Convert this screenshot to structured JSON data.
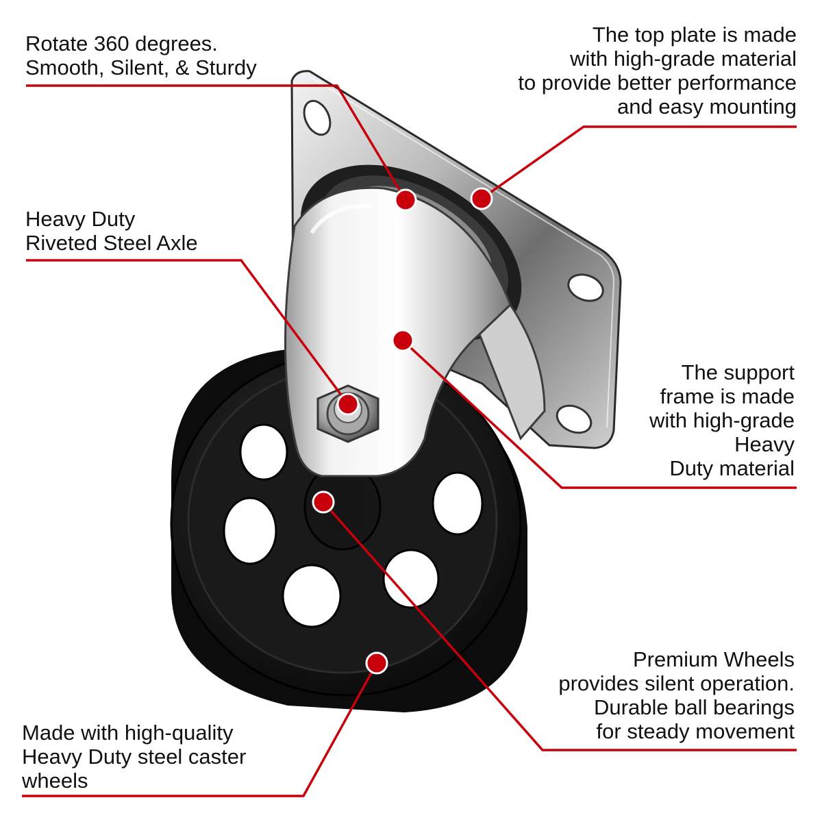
{
  "colors": {
    "accent": "#c8000b",
    "text": "#111111",
    "background": "#ffffff"
  },
  "illustration": {
    "subject": "swivel-caster-wheel"
  },
  "callouts": [
    {
      "id": "rotate",
      "lines": [
        "Rotate 360 degrees.",
        "Smooth, Silent, & Sturdy"
      ]
    },
    {
      "id": "plate",
      "lines": [
        "The top plate is made",
        "with high-grade material",
        "to provide better performance",
        "and easy mounting"
      ]
    },
    {
      "id": "axle",
      "lines": [
        "Heavy Duty",
        "Riveted Steel Axle"
      ]
    },
    {
      "id": "frame",
      "lines": [
        "The support",
        "frame is made",
        "with high-grade",
        "Heavy",
        "Duty material"
      ]
    },
    {
      "id": "premium",
      "lines": [
        "Premium Wheels",
        "provides silent operation.",
        "Durable ball bearings",
        "for steady movement"
      ]
    },
    {
      "id": "wheels",
      "lines": [
        "Made with high-quality",
        "Heavy Duty steel caster",
        "wheels"
      ]
    }
  ]
}
